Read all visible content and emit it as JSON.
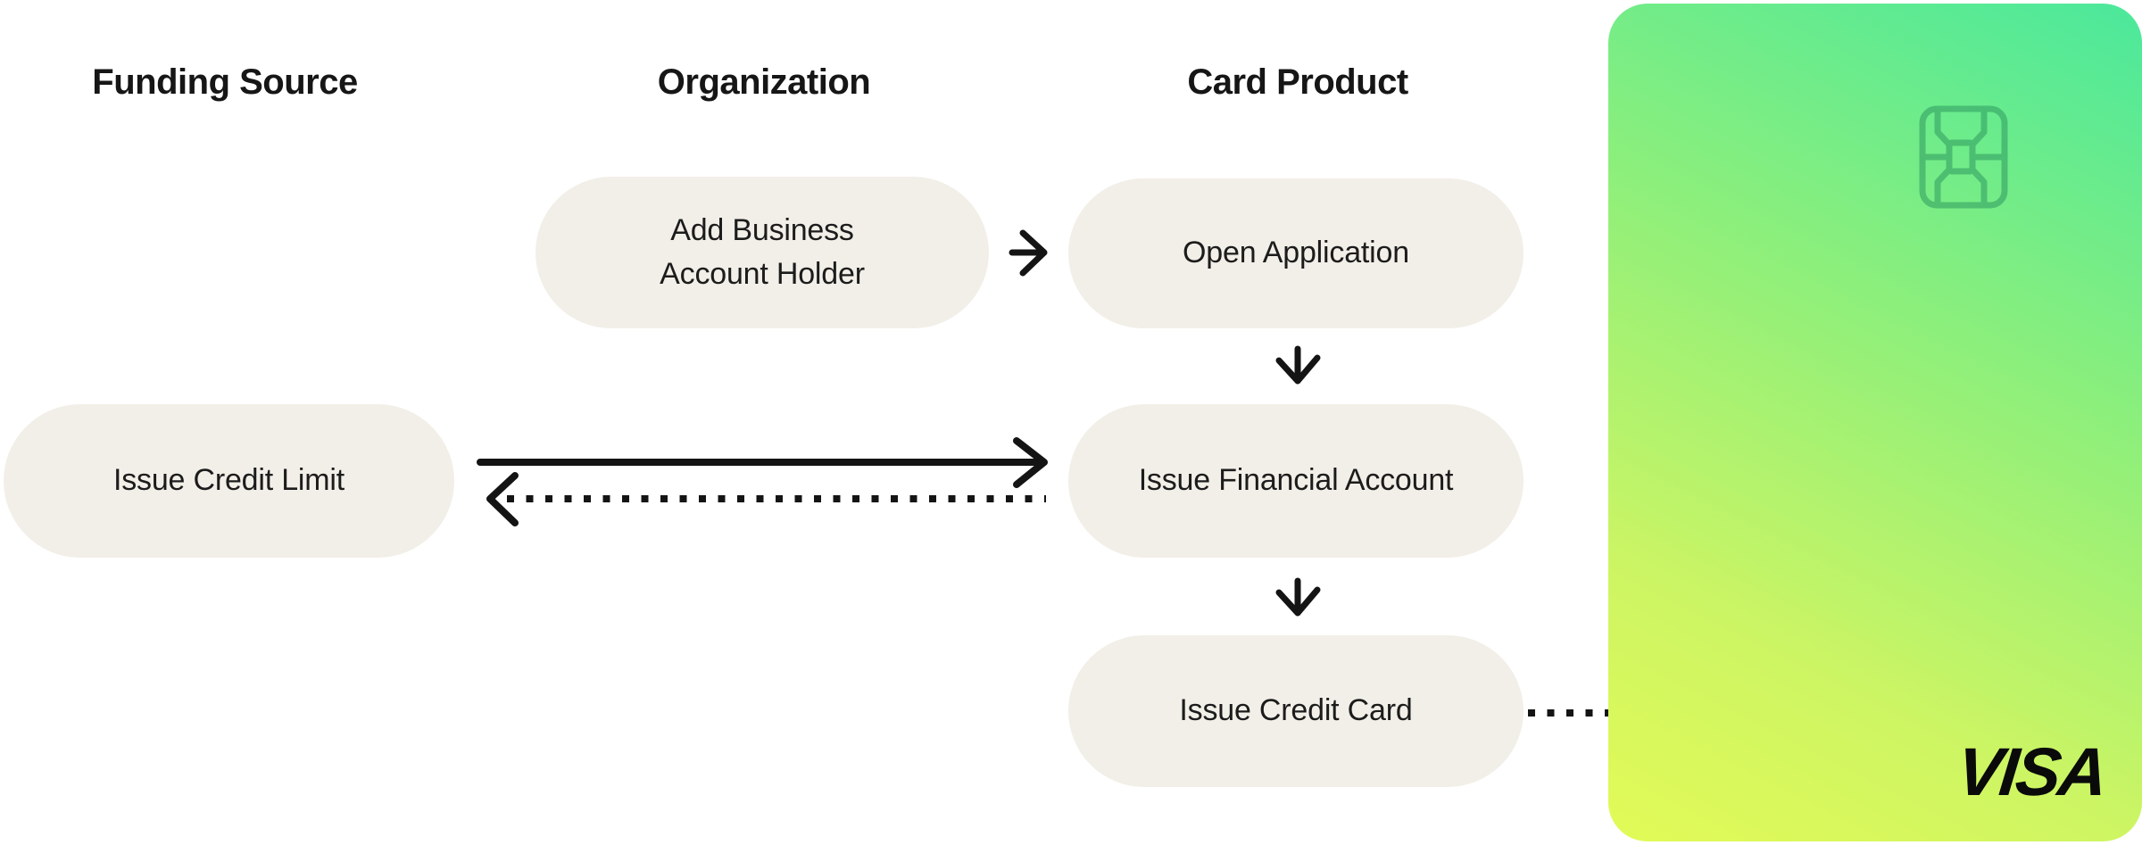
{
  "headers": {
    "funding_source": "Funding Source",
    "organization": "Organization",
    "card_product": "Card Product"
  },
  "nodes": {
    "add_business": {
      "label": "Add Business Account Holder",
      "column": "Organization"
    },
    "open_application": {
      "label": "Open Application",
      "column": "Card Product"
    },
    "issue_credit_limit": {
      "label": "Issue Credit Limit",
      "column": "Funding Source"
    },
    "issue_financial_account": {
      "label": "Issue Financial Account",
      "column": "Card Product"
    },
    "issue_credit_card": {
      "label": "Issue Credit Card",
      "column": "Card Product"
    }
  },
  "connections": [
    {
      "from": "add_business",
      "to": "open_application",
      "style": "solid-arrow-right"
    },
    {
      "from": "open_application",
      "to": "issue_financial_account",
      "style": "solid-arrow-down"
    },
    {
      "from": "issue_credit_limit",
      "to": "issue_financial_account",
      "style": "solid-arrow-right"
    },
    {
      "from": "issue_financial_account",
      "to": "issue_credit_limit",
      "style": "dotted-arrow-left"
    },
    {
      "from": "issue_financial_account",
      "to": "issue_credit_card",
      "style": "solid-arrow-down"
    },
    {
      "from": "issue_credit_card",
      "to": "visa_card",
      "style": "dotted-line"
    }
  ],
  "card": {
    "brand_label": "VISA",
    "icons": [
      "emv-chip-icon",
      "visa-logo"
    ]
  },
  "colors": {
    "background": "#ffffff",
    "node_fill": "#f2efe8",
    "text": "#161616",
    "arrow": "#141414",
    "card_gradient_start": "#4be89c",
    "card_gradient_mid": "#8bef7c",
    "card_gradient_late": "#cdf563",
    "card_gradient_end": "#e2fa57",
    "chip_stroke": "#2f9a60",
    "visa_text": "#0a0a0a"
  }
}
